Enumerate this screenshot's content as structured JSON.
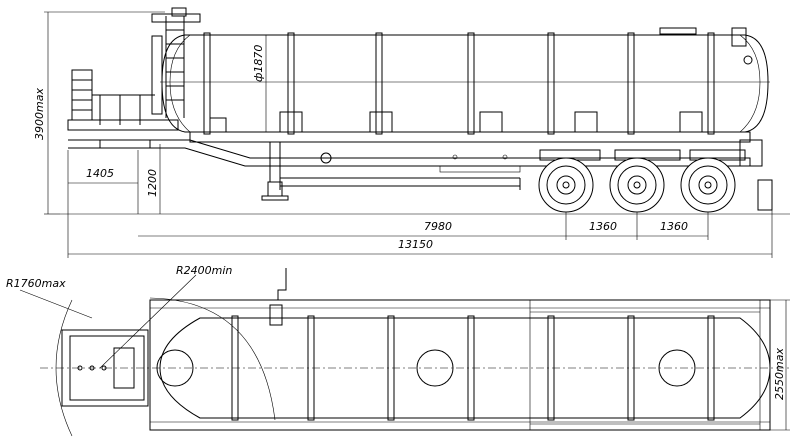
{
  "dimensions": {
    "height_total": "3900max",
    "tank_diameter": "ф1870",
    "front_overhang": "1405",
    "coupling_height": "1200",
    "axle_distance": "7980",
    "axle_spacing_1": "1360",
    "axle_spacing_2": "1360",
    "overall_length": "13150",
    "front_swing_radius": "R1760max",
    "turning_radius": "R2400min",
    "overall_width": "2550max"
  }
}
